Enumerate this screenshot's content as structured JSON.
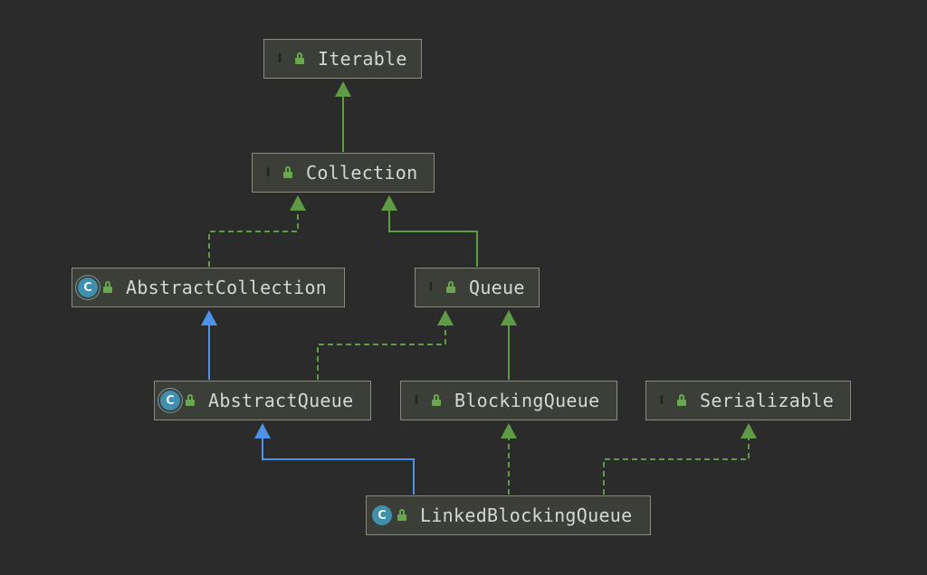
{
  "colors": {
    "background": "#2b2b2b",
    "node_fill": "#3c3f37",
    "node_border": "#8b8a80",
    "extends_interface": "#5f9a45",
    "implements": "#5f9a45",
    "extends_class": "#4b92e8",
    "interface_icon": "#5f9a45",
    "class_icon": "#3f8fad"
  },
  "nodes": [
    {
      "id": "iterable",
      "name": "Iterable",
      "kind": "interface",
      "icon": "interface-icon",
      "visibility": "public-lock-icon"
    },
    {
      "id": "collection",
      "name": "Collection",
      "kind": "interface",
      "icon": "interface-icon",
      "visibility": "public-lock-icon"
    },
    {
      "id": "abstractcollection",
      "name": "AbstractCollection",
      "kind": "abstract-class",
      "icon": "abstract-class-icon",
      "visibility": "public-lock-icon"
    },
    {
      "id": "queue",
      "name": "Queue",
      "kind": "interface",
      "icon": "interface-icon",
      "visibility": "public-lock-icon"
    },
    {
      "id": "abstractqueue",
      "name": "AbstractQueue",
      "kind": "abstract-class",
      "icon": "abstract-class-icon",
      "visibility": "public-lock-icon"
    },
    {
      "id": "blockingqueue",
      "name": "BlockingQueue",
      "kind": "interface",
      "icon": "interface-icon",
      "visibility": "public-lock-icon"
    },
    {
      "id": "serializable",
      "name": "Serializable",
      "kind": "interface",
      "icon": "interface-icon",
      "visibility": "public-lock-icon"
    },
    {
      "id": "linkedblockingqueue",
      "name": "LinkedBlockingQueue",
      "kind": "class",
      "icon": "class-icon",
      "visibility": "public-lock-icon"
    }
  ],
  "edges": [
    {
      "from": "collection",
      "to": "iterable",
      "type": "extends-interface"
    },
    {
      "from": "abstractcollection",
      "to": "collection",
      "type": "implements"
    },
    {
      "from": "queue",
      "to": "collection",
      "type": "extends-interface"
    },
    {
      "from": "abstractqueue",
      "to": "abstractcollection",
      "type": "extends-class"
    },
    {
      "from": "abstractqueue",
      "to": "queue",
      "type": "implements"
    },
    {
      "from": "blockingqueue",
      "to": "queue",
      "type": "extends-interface"
    },
    {
      "from": "linkedblockingqueue",
      "to": "abstractqueue",
      "type": "extends-class"
    },
    {
      "from": "linkedblockingqueue",
      "to": "blockingqueue",
      "type": "implements"
    },
    {
      "from": "linkedblockingqueue",
      "to": "serializable",
      "type": "implements"
    }
  ]
}
